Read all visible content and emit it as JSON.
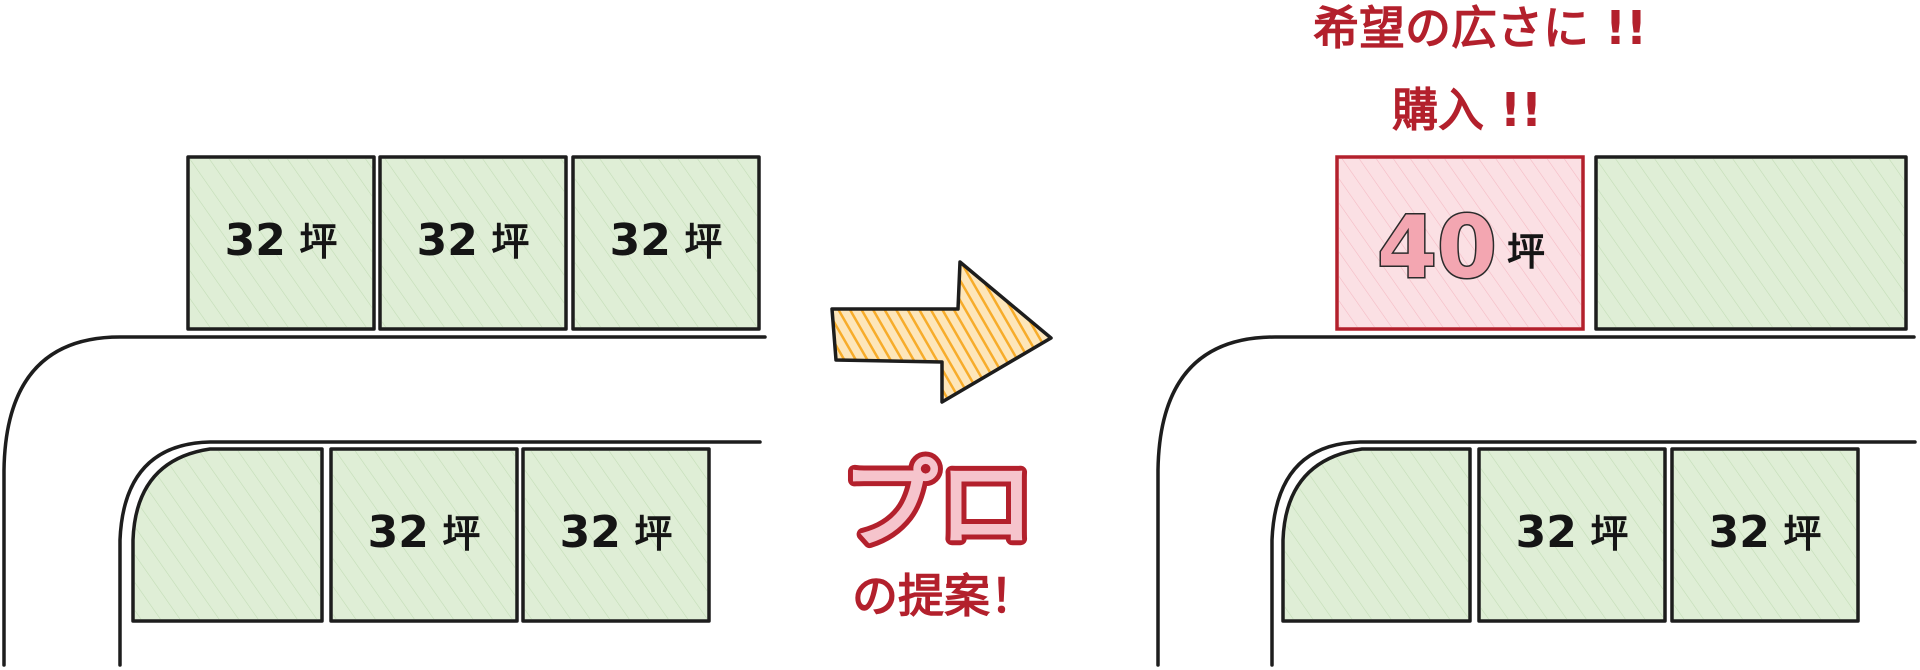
{
  "before": {
    "lots": [
      {
        "id": "b-top-1",
        "area": "32",
        "unit": "坪"
      },
      {
        "id": "b-top-2",
        "area": "32",
        "unit": "坪"
      },
      {
        "id": "b-top-3",
        "area": "32",
        "unit": "坪"
      },
      {
        "id": "b-bottom-1",
        "area": "",
        "unit": ""
      },
      {
        "id": "b-bottom-2",
        "area": "32",
        "unit": "坪"
      },
      {
        "id": "b-bottom-3",
        "area": "32",
        "unit": "坪"
      }
    ]
  },
  "middle": {
    "title": "プロ",
    "subtitle": "の提案！",
    "arrow_color": "#f6a623"
  },
  "after": {
    "note_line1": "希望の広さに !!",
    "note_line2": "購入 !!",
    "highlight_lot": {
      "area": "40",
      "unit": "坪"
    },
    "lots": [
      {
        "id": "a-top-2",
        "area": "",
        "unit": ""
      },
      {
        "id": "a-bottom-1",
        "area": "",
        "unit": ""
      },
      {
        "id": "a-bottom-2",
        "area": "32",
        "unit": "坪"
      },
      {
        "id": "a-bottom-3",
        "area": "32",
        "unit": "坪"
      }
    ]
  },
  "colors": {
    "lot_fill": "#dfeed6",
    "highlight_fill": "#fbe0e4",
    "accent_red": "#b3202c",
    "outline": "#1d1d1d"
  }
}
